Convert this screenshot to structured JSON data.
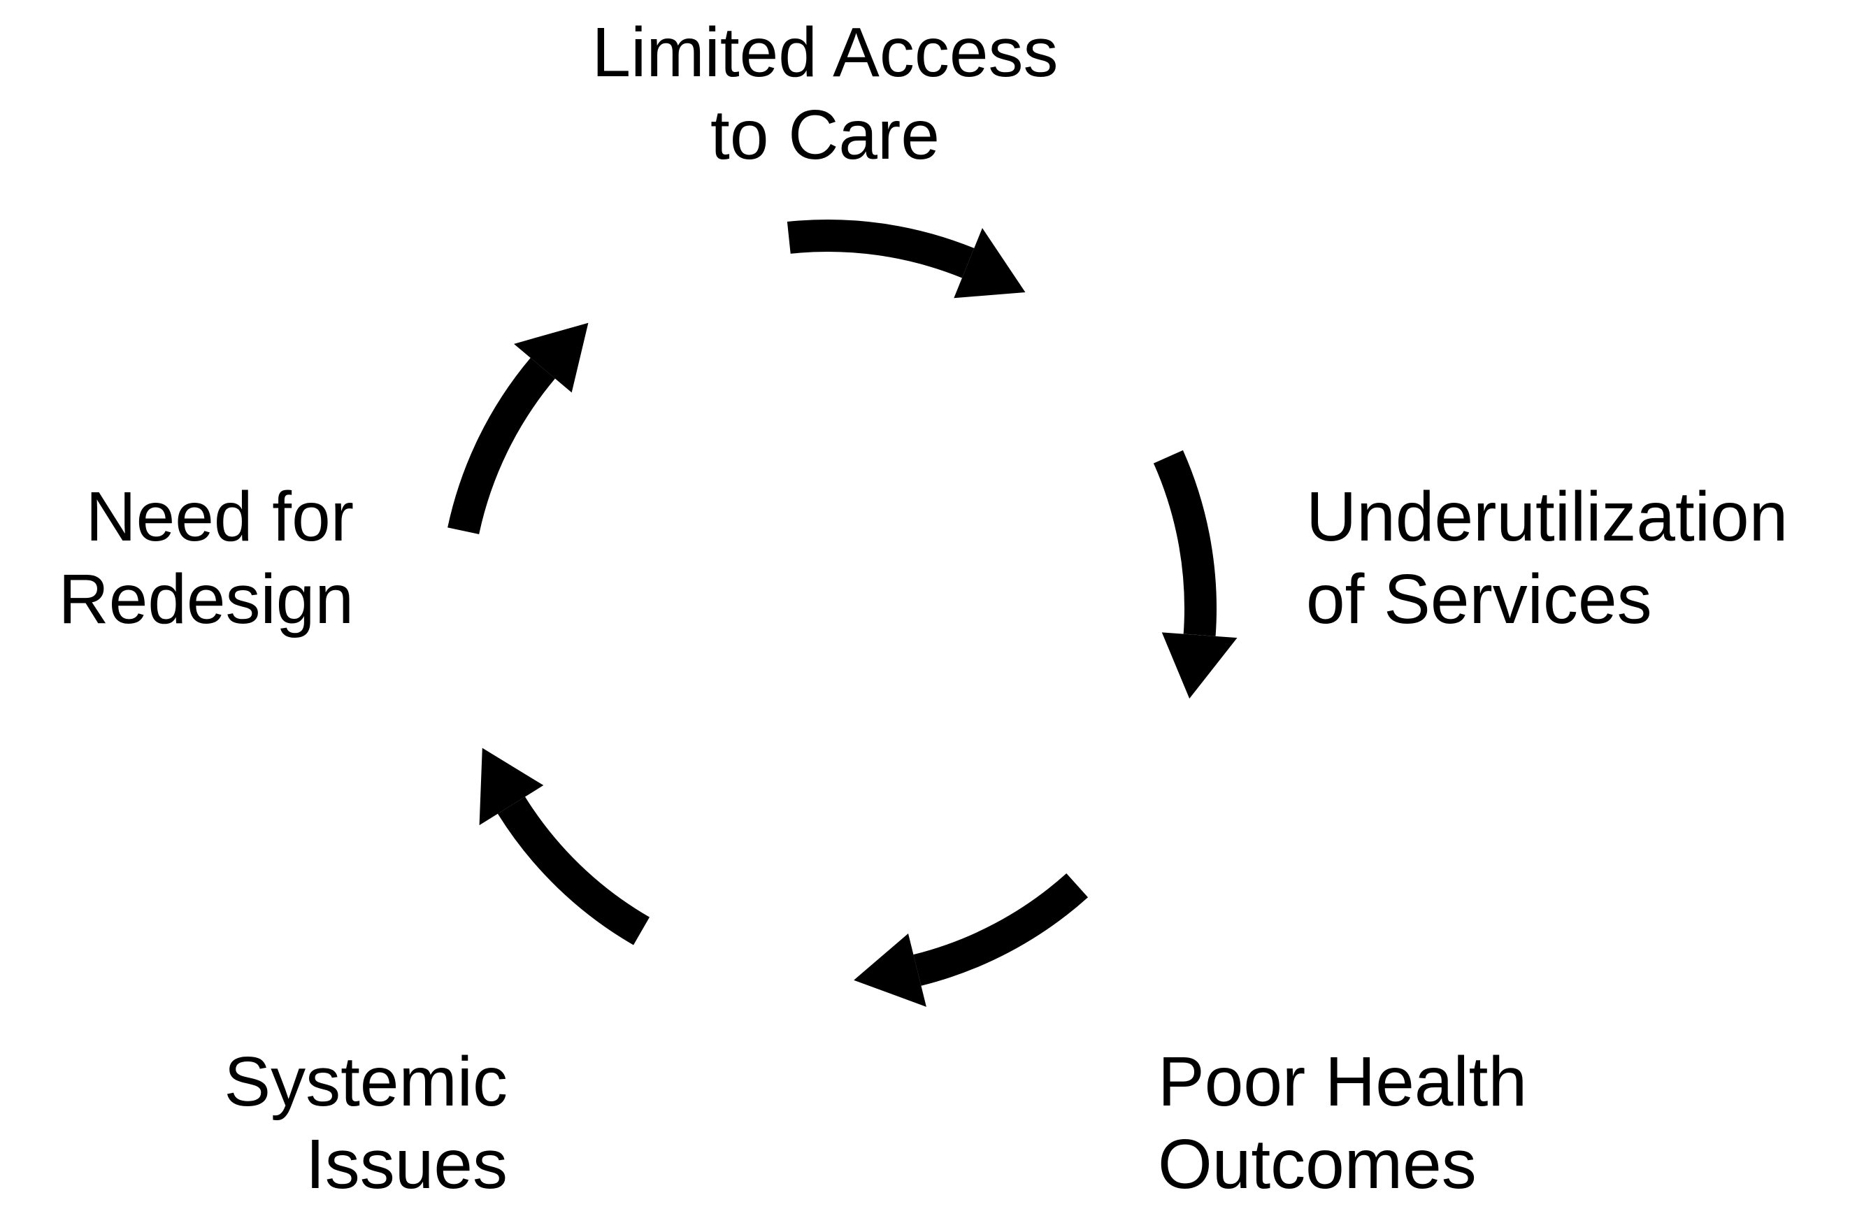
{
  "diagram": {
    "type": "cycle",
    "direction": "clockwise",
    "nodes": [
      {
        "id": "limited-access",
        "lines": [
          "Limited Access",
          "to Care"
        ]
      },
      {
        "id": "underutilization",
        "lines": [
          "Underutilization",
          "of Services"
        ]
      },
      {
        "id": "poor-health",
        "lines": [
          "Poor Health",
          "Outcomes"
        ]
      },
      {
        "id": "systemic-issues",
        "lines": [
          "Systemic",
          "Issues"
        ]
      },
      {
        "id": "need-redesign",
        "lines": [
          "Need for",
          "Redesign"
        ]
      }
    ],
    "edges": [
      {
        "from": "limited-access",
        "to": "underutilization"
      },
      {
        "from": "underutilization",
        "to": "poor-health"
      },
      {
        "from": "poor-health",
        "to": "systemic-issues"
      },
      {
        "from": "systemic-issues",
        "to": "need-redesign"
      },
      {
        "from": "need-redesign",
        "to": "limited-access"
      }
    ],
    "colors": {
      "arrow": "#000000",
      "text": "#000000",
      "background": "#ffffff"
    }
  }
}
